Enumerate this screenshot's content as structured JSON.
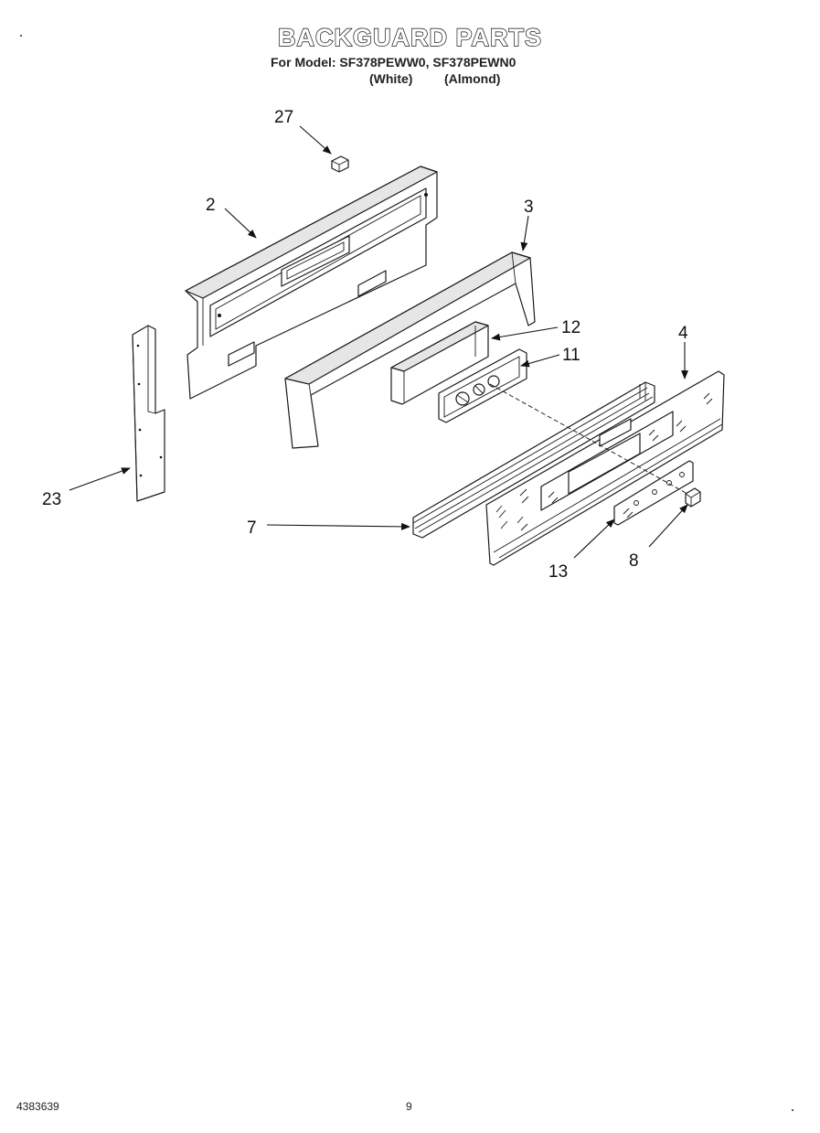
{
  "header": {
    "title": "BACKGUARD PARTS",
    "model_line": "For Model: SF378PEWW0, SF378PEWN0",
    "color_white": "(White)",
    "color_almond": "(Almond)"
  },
  "callouts": {
    "c27": "27",
    "c2": "2",
    "c3": "3",
    "c12": "12",
    "c11": "11",
    "c4": "4",
    "c23": "23",
    "c7": "7",
    "c13": "13",
    "c8": "8"
  },
  "footer": {
    "doc_number": "4383639",
    "page_number": "9"
  }
}
